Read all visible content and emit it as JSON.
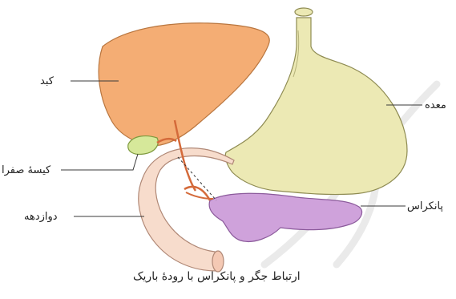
{
  "labels": {
    "liver": "کبد",
    "stomach": "معده",
    "gallbladder": "کیسهٔ صفرا",
    "pancreas": "پانکراس",
    "duodenum": "دوازدهه"
  },
  "caption": "ارتباط جگر و پانکراس با رودهٔ باریک",
  "colors": {
    "liver": "#f4ad74",
    "liver_stroke": "#b9763f",
    "stomach": "#ece9b4",
    "stomach_stroke": "#8e8b52",
    "duodenum": "#f7dccc",
    "duodenum_stroke": "#b08876",
    "pancreas": "#cfa2db",
    "pancreas_stroke": "#8b5a9b",
    "gallbladder": "#d6e89a",
    "gallbladder_stroke": "#7f9a3f",
    "duct": "#d46a3a"
  }
}
